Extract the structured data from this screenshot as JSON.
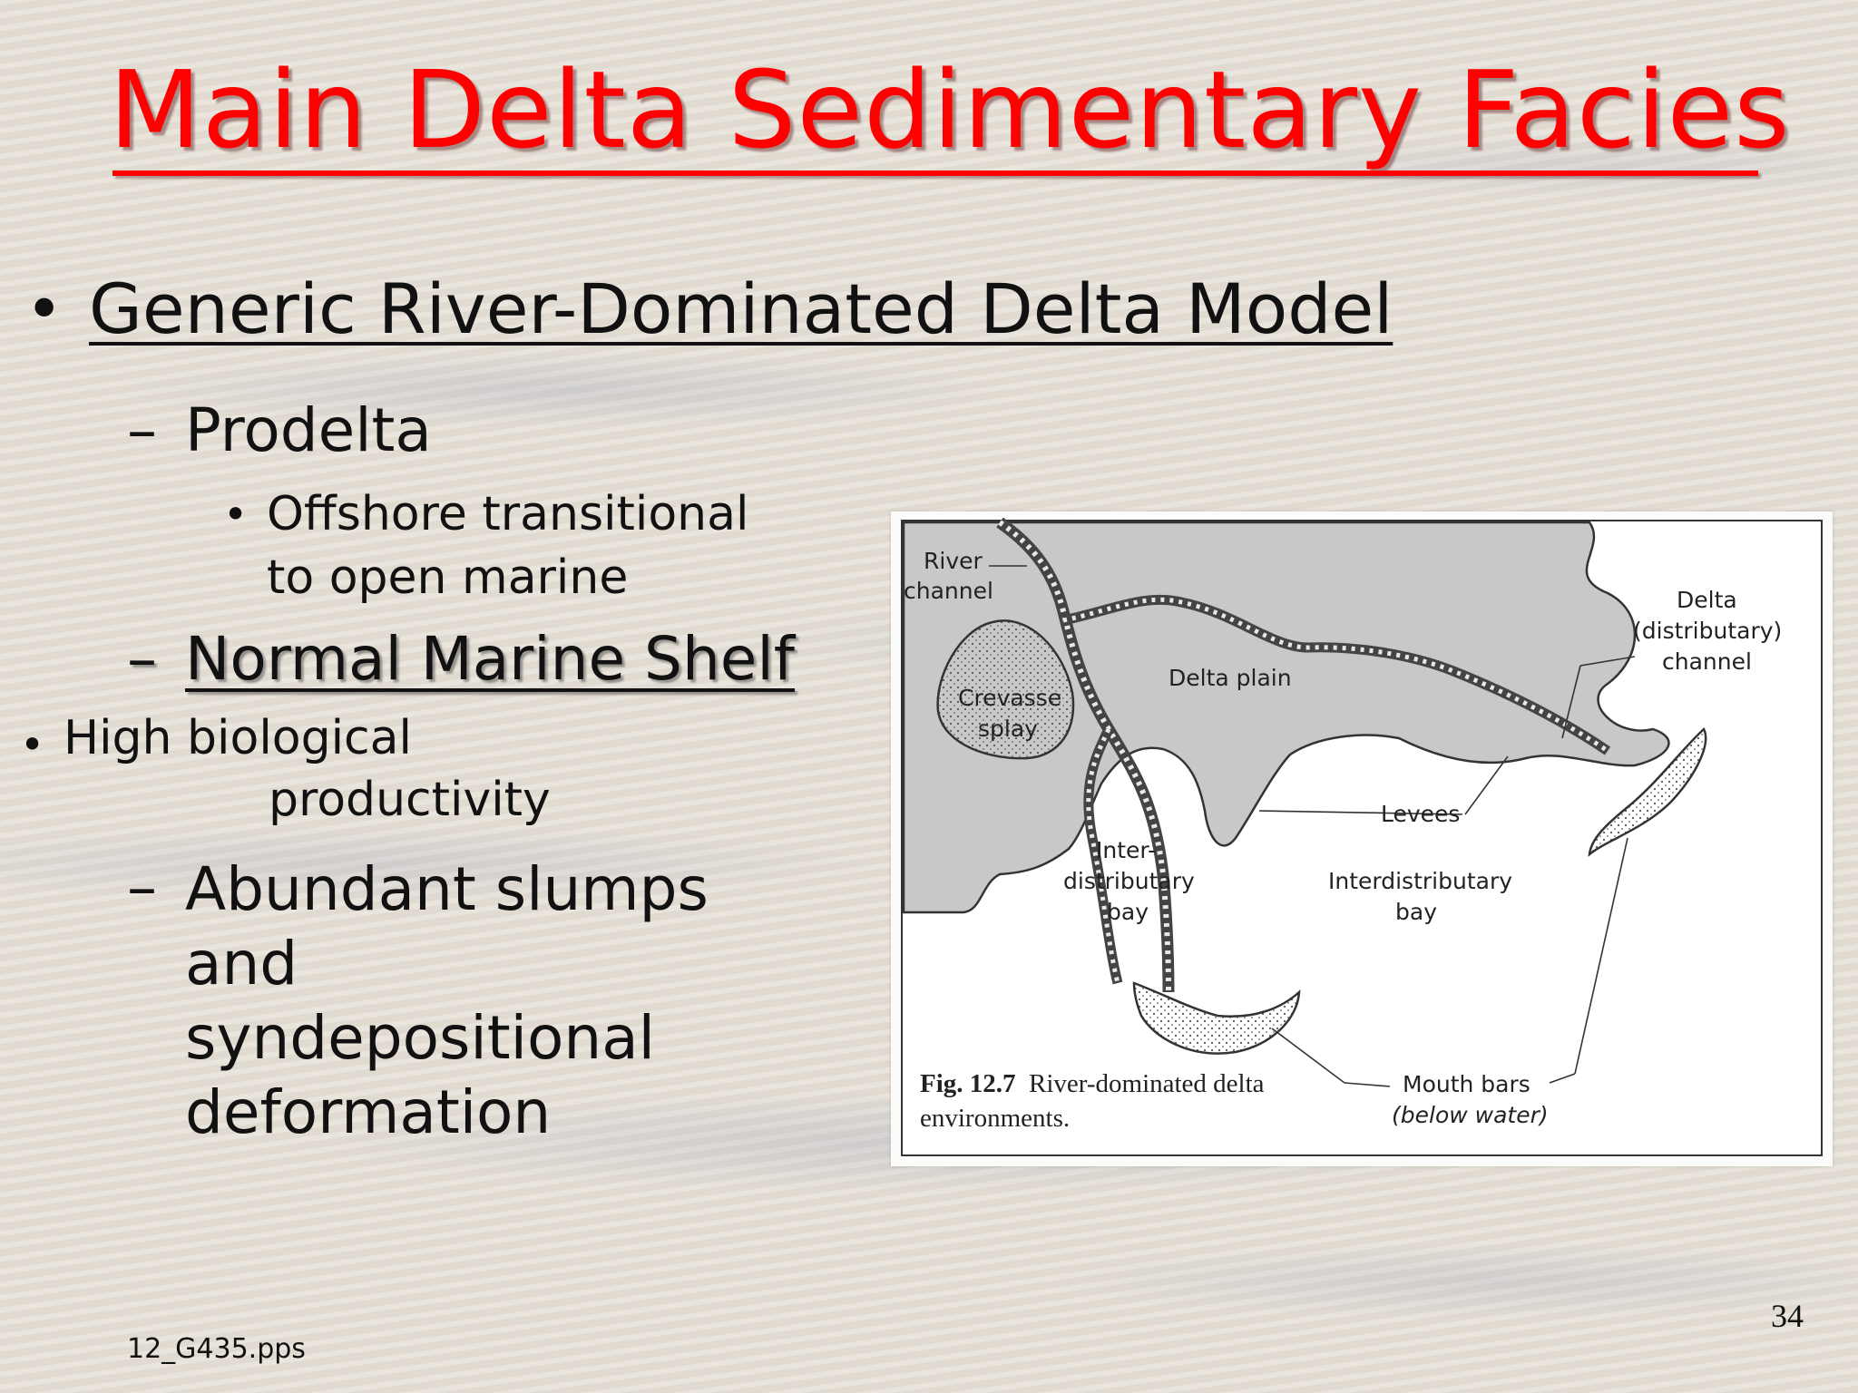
{
  "title": "Main Delta Sedimentary Facies",
  "bullets": {
    "main": "Generic River-Dominated Delta Model",
    "prodelta": "Prodelta",
    "prodelta_sub_line1": "Offshore transitional",
    "prodelta_sub_line2": "to open marine",
    "shelf": "Normal Marine Shelf",
    "shelf_sub_line1": "High biological",
    "shelf_sub_line2": "productivity",
    "abundant_line1": "Abundant slumps and",
    "abundant_line2": "syndepositional",
    "abundant_line3": "deformation",
    "bullet_symbol": "•",
    "dash_symbol": "–"
  },
  "figure": {
    "labels": {
      "river_channel_1": "River",
      "river_channel_2": "channel",
      "crevasse_1": "Crevasse",
      "crevasse_2": "splay",
      "delta_plain": "Delta plain",
      "delta_channel_1": "Delta",
      "delta_channel_2": "(distributary)",
      "delta_channel_3": "channel",
      "levees": "Levees",
      "inter_bay_1": "Inter-",
      "inter_bay_2": "distributary",
      "inter_bay_3": "bay",
      "interdist_bay_1": "Interdistributary",
      "interdist_bay_2": "bay",
      "mouth_bars_1": "Mouth bars",
      "mouth_bars_2": "(below water)"
    },
    "caption_bold": "Fig. 12.7",
    "caption_text": "River-dominated delta",
    "caption_line2": "environments."
  },
  "footer": {
    "file_name": "12_G435.pps",
    "page_number": "34"
  },
  "colors": {
    "title": "#ff0000",
    "text": "#111111",
    "land": "#c8c8c8"
  }
}
